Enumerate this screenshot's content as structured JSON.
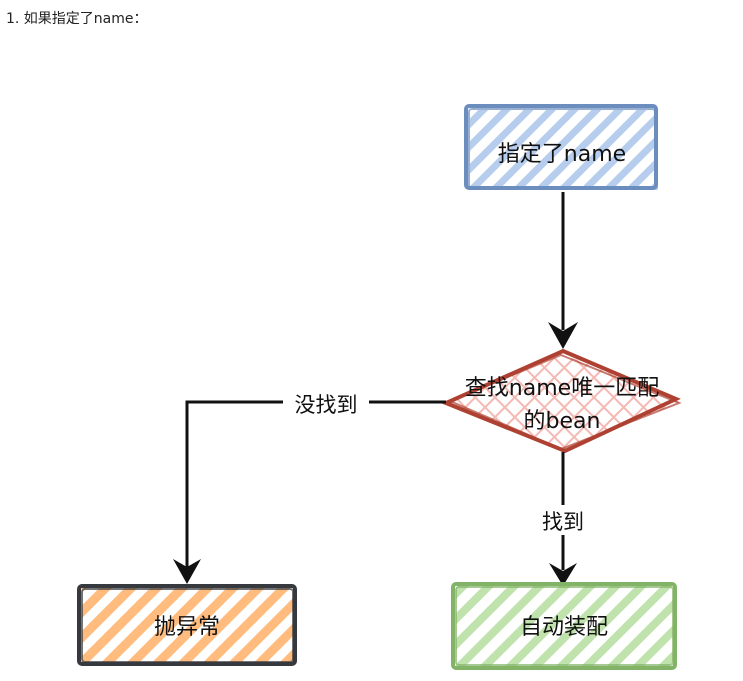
{
  "heading": "1. 如果指定了name：",
  "nodes": {
    "start": {
      "label": "指定了name",
      "stroke": "#6c8ebf",
      "hatch": "#a9c4eb"
    },
    "decision": {
      "line1": "查找name唯一匹配",
      "line2": "的bean",
      "stroke": "#ae4132",
      "hatch": "#f4b9b3"
    },
    "error": {
      "label": "抛异常",
      "stroke": "#36393d",
      "hatch": "#ffb570"
    },
    "success": {
      "label": "自动装配",
      "stroke": "#82b366",
      "hatch": "#b9e0a5"
    }
  },
  "edges": {
    "not_found": "没找到",
    "found": "找到"
  }
}
